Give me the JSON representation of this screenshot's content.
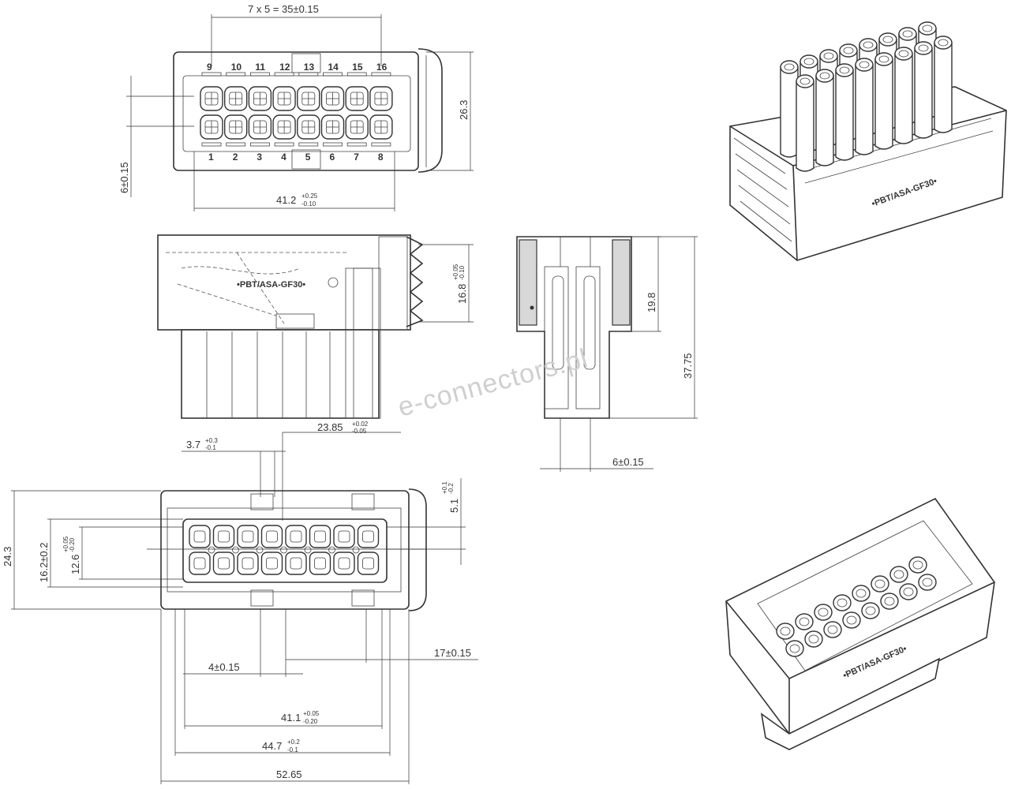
{
  "dimensions": {
    "pitch": "7 x 5 = 35±0.15",
    "height_top": "26.3",
    "offset_left": "6±0.15",
    "width_top": "41.2",
    "width_top_tol_plus": "+0.25",
    "width_top_tol_minus": "-0.10",
    "side_height": "16.8",
    "side_height_tol_plus": "+0.05",
    "side_height_tol_minus": "-0.10",
    "section_height_inner": "19.8",
    "section_height_total": "37.75",
    "section_width": "6±0.15",
    "top_offset": "23.85",
    "top_offset_tol_plus": "+0.02",
    "top_offset_tol_minus": "-0.05",
    "slot_width": "3.7",
    "slot_width_tol_plus": "+0.3",
    "slot_width_tol_minus": "-0.1",
    "front_height": "24.3",
    "inner_height": "16.2±0.2",
    "cavity_height": "12.6",
    "cavity_height_tol_plus": "+0.05",
    "cavity_height_tol_minus": "-0.20",
    "latch_offset": "5.1",
    "latch_offset_tol_plus": "+0.1",
    "latch_offset_tol_minus": "-0.2",
    "rib_width": "4±0.15",
    "center_offset": "17±0.15",
    "inner_width": "41.1",
    "inner_width_tol_plus": "+0.05",
    "inner_width_tol_minus": "-0.20",
    "outer_width": "44.7",
    "outer_width_tol_plus": "+0.2",
    "outer_width_tol_minus": "-0.1",
    "total_width": "52.65"
  },
  "pins_top_row": [
    "9",
    "10",
    "11",
    "12",
    "13",
    "14",
    "15",
    "16"
  ],
  "pins_bottom_row": [
    "1",
    "2",
    "3",
    "4",
    "5",
    "6",
    "7",
    "8"
  ],
  "material_marking": "•PBT/ASA-GF30•",
  "watermark": "e-connectors.pl"
}
